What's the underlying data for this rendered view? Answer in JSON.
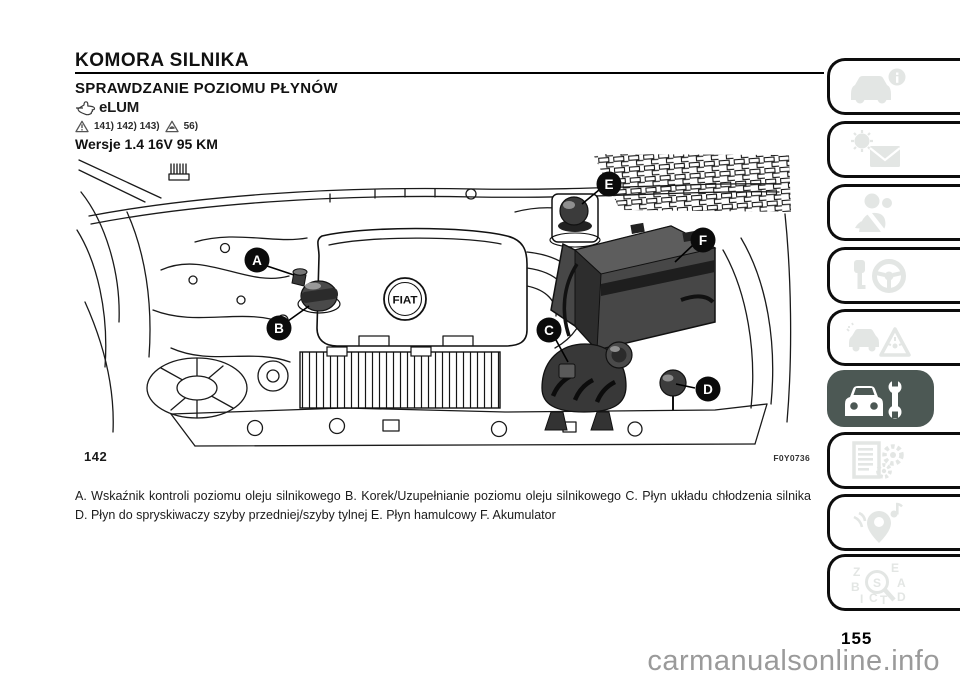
{
  "header": {
    "title": "KOMORA SILNIKA",
    "section_title": "SPRAWDZANIE POZIOMU PŁYNÓW",
    "elum_logo": "eLUM",
    "hand_icon": "pointing-hand-icon",
    "warning_icon": "warning-triangle-icon",
    "caution_icon": "caution-triangle-icon",
    "warning_refs": "141) 142) 143)",
    "caution_refs": "56)",
    "version": "Wersje 1.4 16V 95 KM"
  },
  "figure": {
    "number": "142",
    "code": "F0Y0736",
    "brand": "FIAT",
    "callouts": [
      "A",
      "B",
      "C",
      "D",
      "E",
      "F"
    ]
  },
  "caption": "A. Wskaźnik kontroli poziomu oleju silnikowego B. Korek/Uzupełnianie poziomu oleju silnikowego C. Płyn układu chłodzenia silnika D. Płyn do spryskiwaczy szyby przedniej/szyby tylnej E. Płyn hamulcowy F. Akumulator",
  "footer": {
    "page_number": "155",
    "watermark": "carmanualsonline.info"
  },
  "sidebar": {
    "colors": {
      "active_bg": "#4c5854",
      "inactive_icon": "#e3e6e4",
      "active_icon": "#ffffff",
      "border": "#0d0d0d"
    },
    "index_letters": [
      "Z",
      "E",
      "B",
      "A",
      "I",
      "C",
      "T",
      "D",
      "S"
    ],
    "tabs": [
      {
        "icon": "car-info-icon",
        "active": false
      },
      {
        "icon": "warning-lights-envelope-icon",
        "active": false
      },
      {
        "icon": "seatbelt-person-icon",
        "active": false
      },
      {
        "icon": "key-steering-wheel-icon",
        "active": false
      },
      {
        "icon": "car-warning-triangle-icon",
        "active": false
      },
      {
        "icon": "car-wrench-icon",
        "active": true
      },
      {
        "icon": "document-gears-icon",
        "active": false
      },
      {
        "icon": "multimedia-navigation-icon",
        "active": false
      },
      {
        "icon": "index-magnifier-icon",
        "active": false
      }
    ]
  }
}
